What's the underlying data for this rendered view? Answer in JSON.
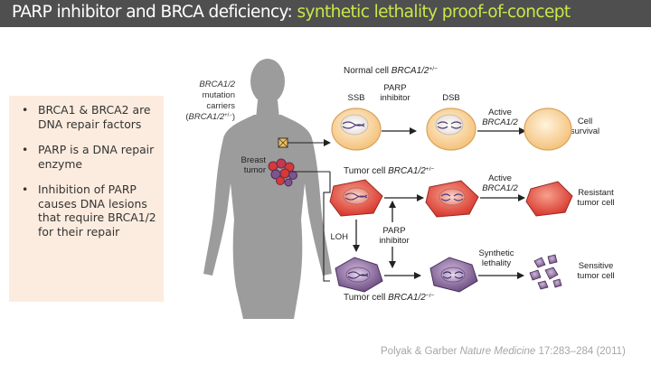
{
  "title": {
    "main": "PARP inhibitor and BRCA deficiency: ",
    "highlight": "synthetic lethality proof-of-concept"
  },
  "colors": {
    "title_bar": "#4f4f4f",
    "title_highlight": "#c7e84a",
    "bullet_panel": "#fcecdf",
    "normal_cell": "#f8d49c",
    "tumor_cell": "#e8564c",
    "sensitive_cell": "#8a6a9a"
  },
  "bullets": [
    "BRCA1 & BRCA2 are DNA repair factors",
    "PARP is a DNA repair enzyme",
    "Inhibition of PARP causes DNA lesions that require BRCA1/2 for their repair"
  ],
  "bullet_symbol": "•",
  "figure": {
    "carriers": {
      "line1": "BRCA1/2",
      "line2": "mutation",
      "line3": "carriers",
      "line4_open": "(",
      "line4_gene": "BRCA1/2",
      "line4_sup": "+/−",
      "line4_close": ")"
    },
    "breast_tumor": {
      "line1": "Breast",
      "line2": "tumor"
    },
    "normal_row": {
      "title_plain": "Normal cell ",
      "title_gene": "BRCA1/2",
      "title_sup": "+/−",
      "ssb": "SSB",
      "parp_line1": "PARP",
      "parp_line2": "inhibitor",
      "dsb": "DSB",
      "active_line1": "Active",
      "active_line2": "BRCA1/2",
      "outcome_line1": "Cell",
      "outcome_line2": "survival"
    },
    "tumor_row": {
      "title_plain": "Tumor cell ",
      "title_gene": "BRCA1/2",
      "title_sup": "+/−",
      "active_line1": "Active",
      "active_line2": "BRCA1/2",
      "outcome_line1": "Resistant",
      "outcome_line2": "tumor cell"
    },
    "middle": {
      "loh": "LOH",
      "parp_line1": "PARP",
      "parp_line2": "inhibitor"
    },
    "sensitive_row": {
      "title_plain": "Tumor cell ",
      "title_gene": "BRCA1/2",
      "title_sup": "−/−",
      "synthetic_line1": "Synthetic",
      "synthetic_line2": "lethality",
      "outcome_line1": "Sensitive",
      "outcome_line2": "tumor cell"
    }
  },
  "citation": {
    "authors": "Polyak & Garber ",
    "journal": "Nature Medicine",
    "ref": " 17:283–284 (2011)"
  }
}
